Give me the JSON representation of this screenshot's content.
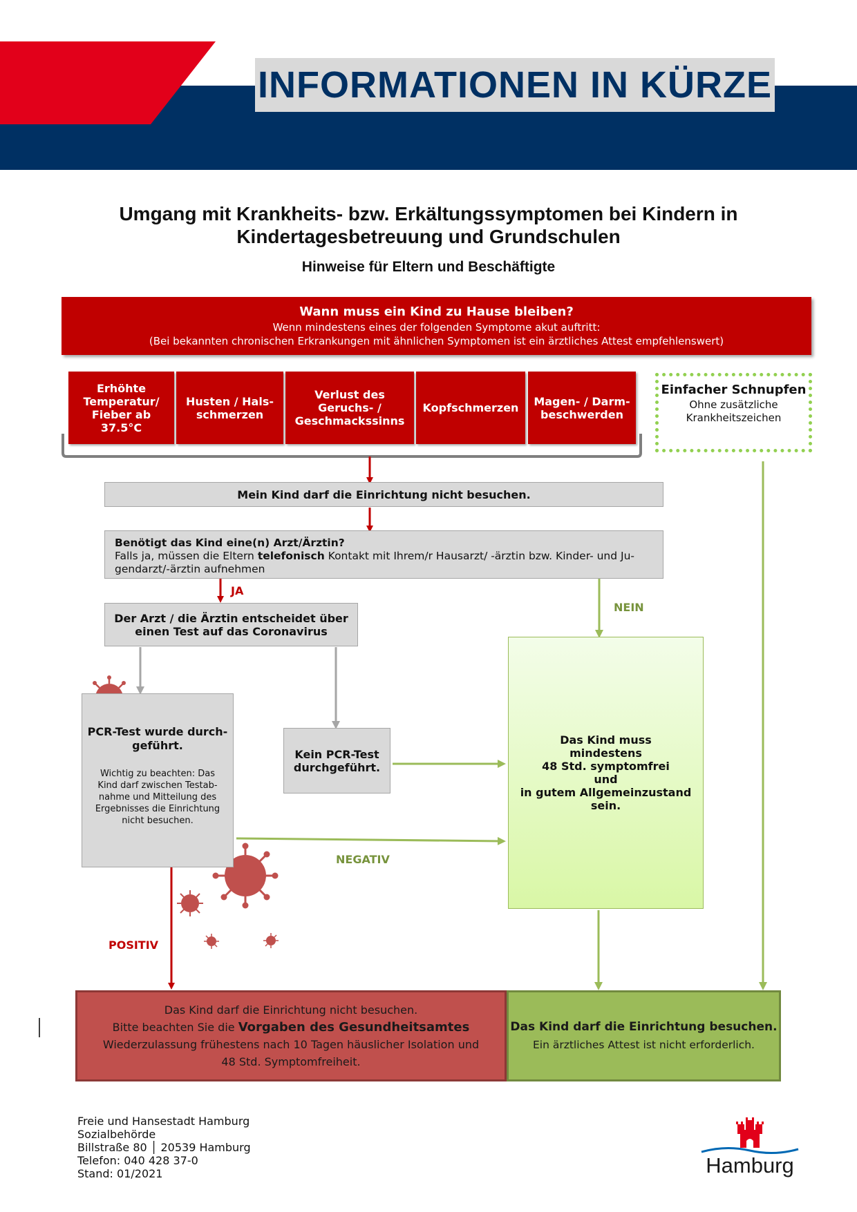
{
  "header": {
    "banner_title": "INFORMATIONEN IN KÜRZE"
  },
  "title": {
    "line1": "Umgang mit Krankheits- bzw. Erkältungssymptomen bei Kindern in",
    "line2": "Kindertagesbetreuung und Grundschulen",
    "subtitle": "Hinweise für Eltern und Beschäftigte"
  },
  "question_box": {
    "heading": "Wann muss ein Kind zu Hause bleiben?",
    "line1": "Wenn mindestens eines der folgenden Symptome akut auftritt:",
    "line2": "(Bei bekannten chronischen Erkrankungen mit ähnlichen Symptomen ist ein ärztliches Attest empfehlenswert)"
  },
  "symptoms": [
    {
      "line1": "Erhöhte",
      "line2": "Temperatur/",
      "line3": "Fieber ab",
      "line4": "37.5°C"
    },
    {
      "line1": "Husten / Hals-",
      "line2": "schmerzen"
    },
    {
      "line1": "Verlust des",
      "line2": "Geruchs- /",
      "line3": "Geschmackssinns"
    },
    {
      "line1": "Kopfschmerzen"
    },
    {
      "line1": "Magen- / Darm-",
      "line2": "beschwerden"
    }
  ],
  "schnupfen": {
    "title": "Einfacher Schnupfen",
    "line1": "Ohne zusätzliche",
    "line2": "Krankheitszeichen"
  },
  "no_visit": "Mein Kind darf die Einrichtung nicht besuchen.",
  "doctor_box": {
    "question": "Benötigt das Kind eine(n) Arzt/Ärztin?",
    "text_pre": "Falls ja, müssen die Eltern ",
    "text_bold": "telefonisch",
    "text_post": " Kontakt mit Ihrem/r Hausarzt/ -ärztin bzw. Kinder- und Ju-",
    "line2": "gendarzt/-ärztin aufnehmen"
  },
  "labels": {
    "ja": "JA",
    "nein": "NEIN",
    "negativ": "NEGATIV",
    "positiv": "POSITIV"
  },
  "decision_box": {
    "line1": "Der Arzt / die Ärztin entscheidet über",
    "line2": "einen Test auf das Coronavirus"
  },
  "pcr_done": {
    "title1": "PCR-Test wurde durch-",
    "title2": "geführt.",
    "note1": "Wichtig zu beachten: Das",
    "note2": "Kind darf zwischen Testab-",
    "note3": "nahme und Mitteilung des",
    "note4": "Ergebnisses die Einrichtung",
    "note5": "nicht besuchen."
  },
  "no_pcr": {
    "line1": "Kein PCR-Test",
    "line2": "durchgeführt."
  },
  "symptomfree": {
    "line1": "Das Kind muss",
    "line2": "mindestens",
    "line3": "48 Std. symptomfrei",
    "line4": "und",
    "line5": "in gutem Allgemeinzustand",
    "line6": "sein."
  },
  "result_red": {
    "line1": "Das Kind darf die Einrichtung nicht besuchen.",
    "line2_pre": "Bitte beachten Sie die ",
    "line2_bold": "Vorgaben des Gesundheitsamtes",
    "line3": "Wiederzulassung frühestens nach 10 Tagen häuslicher Isolation und",
    "line4": "48 Std. Symptomfreiheit."
  },
  "result_green": {
    "line1": "Das Kind darf die Einrichtung besuchen.",
    "line2": "Ein ärztliches Attest ist nicht erforderlich."
  },
  "footer": {
    "line1": "Freie und Hansestadt Hamburg",
    "line2": "Sozialbehörde",
    "line3": "Billstraße 80 │ 20539 Hamburg",
    "line4": "Telefon: 040 428 37-0",
    "line5": "Stand: 01/2021",
    "logo_text": "Hamburg"
  },
  "colors": {
    "red": "#c00000",
    "navy": "#003063",
    "banner_red": "#e2001a",
    "gray_box": "#d9d9d9",
    "green": "#9bbb59",
    "muted_red": "#c0504d",
    "green_label": "#77933c"
  }
}
